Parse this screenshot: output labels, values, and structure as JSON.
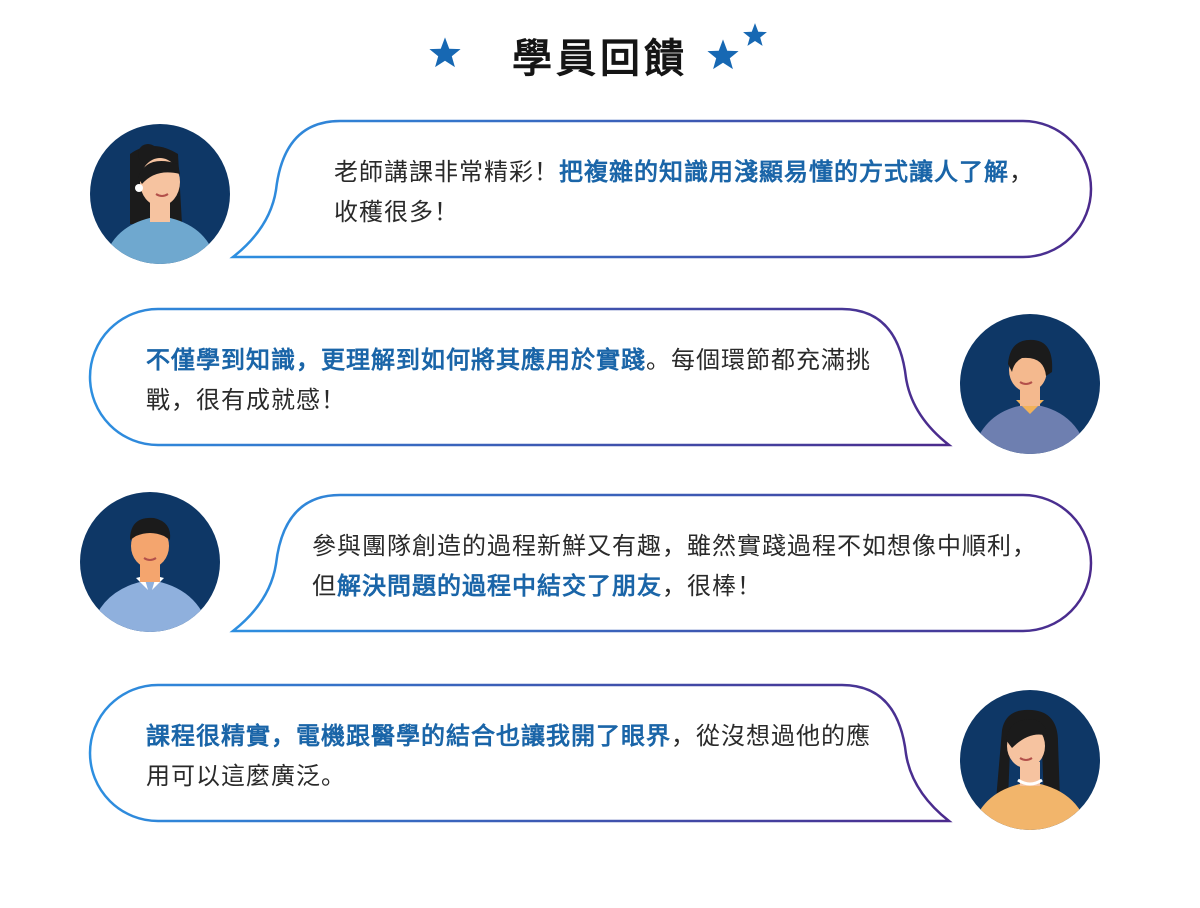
{
  "header": {
    "title": "學員回饋",
    "star_color": "#1768b3"
  },
  "colors": {
    "navy": "#0e3766",
    "highlight": "#1a65a8",
    "grad_start": "#2d8fe0",
    "grad_end": "#4b2a8c"
  },
  "reviews": [
    {
      "avatar_icon": "woman-avatar-icon",
      "parts": [
        {
          "text": "老師講課非常精彩！",
          "hl": false
        },
        {
          "text": "把複雜的知識用淺顯易懂的方式讓人了解",
          "hl": true
        },
        {
          "text": "，收穫很多！",
          "hl": false
        }
      ]
    },
    {
      "avatar_icon": "man-avatar-icon",
      "parts": [
        {
          "text": "不僅學到知識，更理解到如何將其應用於實踐",
          "hl": true
        },
        {
          "text": "。每個環節都充滿挑戰，很有成就感！",
          "hl": false
        }
      ]
    },
    {
      "avatar_icon": "man-avatar-icon",
      "parts": [
        {
          "text": "參與團隊創造的過程新鮮又有趣，雖然實踐過程不如想像中順利，但",
          "hl": false
        },
        {
          "text": "解決問題的過程中結交了朋友",
          "hl": true
        },
        {
          "text": "，很棒！",
          "hl": false
        }
      ]
    },
    {
      "avatar_icon": "woman-avatar-icon",
      "parts": [
        {
          "text": "課程很精實，電機跟醫學的結合也讓我開了眼界",
          "hl": true
        },
        {
          "text": "，從沒想過他的應用可以這麼廣泛。",
          "hl": false
        }
      ]
    }
  ]
}
